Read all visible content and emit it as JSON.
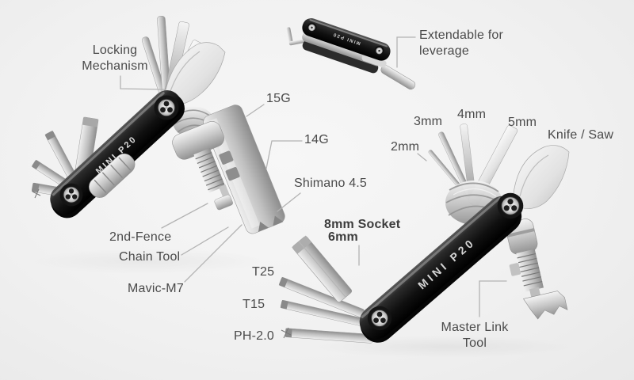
{
  "scene": {
    "background_color": "#f1f1f1",
    "text_color": "#4a4a4a",
    "leader_line_color": "#b3b3b3",
    "tool_body_color": "#111111",
    "metal_color": "#c9c9c9"
  },
  "product": {
    "brand": "MINI P20"
  },
  "callouts": {
    "locking_mechanism": "Locking Mechanism",
    "extendable": "Extendable for leverage",
    "gauge_15": "15G",
    "gauge_14": "14G",
    "shimano": "Shimano 4.5",
    "second_fence": "2nd-Fence",
    "chain_tool": "Chain Tool",
    "mavic_m7": "Mavic-M7",
    "hex_2mm": "2mm",
    "hex_3mm": "3mm",
    "hex_4mm": "4mm",
    "hex_5mm": "5mm",
    "knife_saw": "Knife / Saw",
    "socket_8mm": "8mm Socket",
    "socket_6mm": "6mm",
    "torx_t25": "T25",
    "torx_t15": "T15",
    "phillips_20": "PH-2.0",
    "master_link": "Master Link Tool"
  }
}
